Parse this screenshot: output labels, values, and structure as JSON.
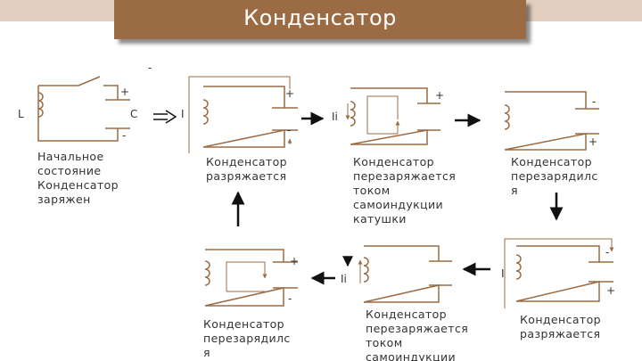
{
  "title": "Конденсатор",
  "labels": {
    "L": "L",
    "C": "C",
    "I": "I",
    "Ii": "Ii",
    "plus": "+",
    "minus": "-"
  },
  "captions": {
    "initial": [
      "Начальное",
      "состояние",
      "Конденсатор",
      "заряжен"
    ],
    "discharging": [
      "Конденсатор",
      "разряжается"
    ],
    "recharging": [
      "Конденсатор",
      "перезаряжается",
      "током",
      "самоиндукции",
      "катушки"
    ],
    "recharged": [
      "Конденсатор",
      "перезарядилс",
      "я"
    ]
  },
  "colors": {
    "wire": "#9b6b43",
    "title_bg": "#9b6b43",
    "band": "#e3cfbf",
    "arrow": "#111111"
  }
}
